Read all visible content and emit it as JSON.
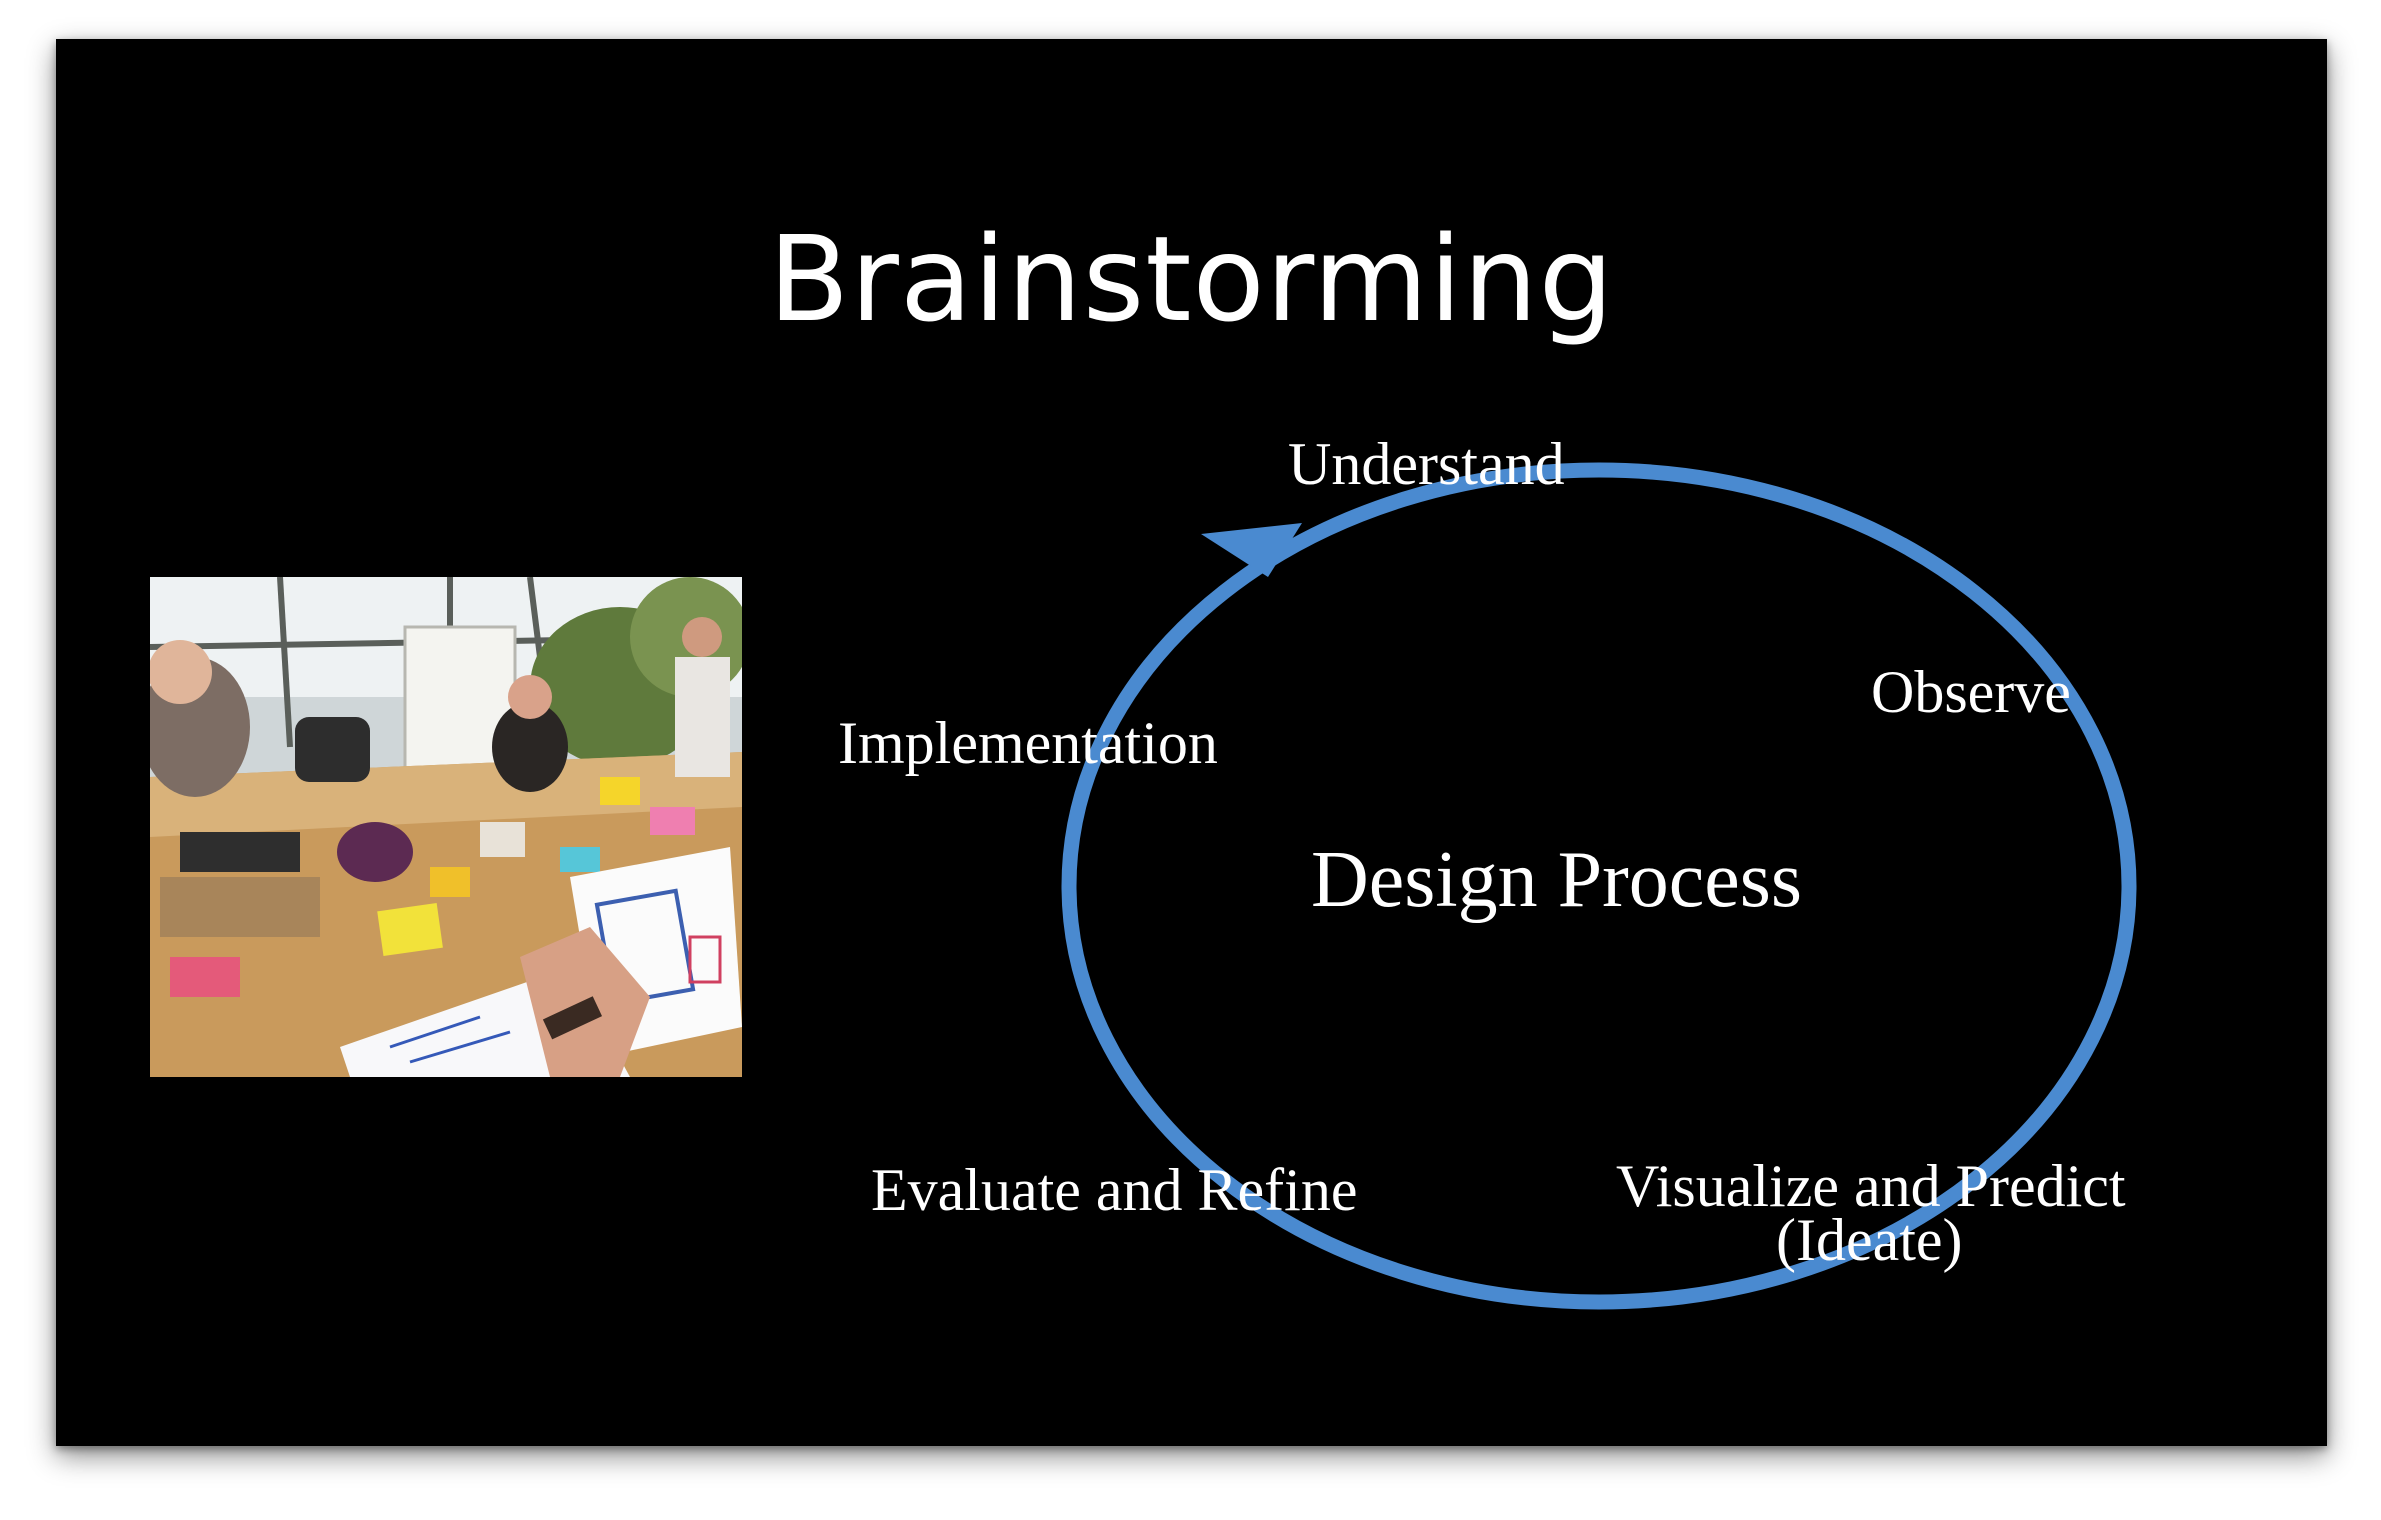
{
  "slide": {
    "title": "Brainstorming",
    "background_color": "#000000",
    "text_color": "#ffffff"
  },
  "photo": {
    "icon": "brainstorm-meeting-photo"
  },
  "diagram": {
    "center": "Design Process",
    "ring_color": "#4a8ad0",
    "stages": {
      "understand": "Understand",
      "observe": "Observe",
      "implementation": "Implementation",
      "evaluate": "Evaluate and Refine",
      "visualize": "Visualize and Predict",
      "ideate": "(Ideate)"
    }
  }
}
